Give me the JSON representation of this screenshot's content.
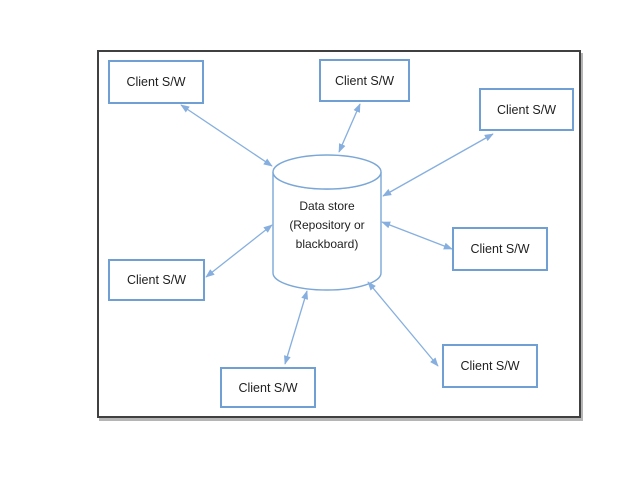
{
  "diagram": {
    "data_store": {
      "line1": "Data store",
      "line2": "(Repository or",
      "line3": "blackboard)"
    },
    "clients": [
      {
        "label": "Client S/W"
      },
      {
        "label": "Client S/W"
      },
      {
        "label": "Client S/W"
      },
      {
        "label": "Client S/W"
      },
      {
        "label": "Client S/W"
      },
      {
        "label": "Client S/W"
      },
      {
        "label": "Client S/W"
      }
    ],
    "colors": {
      "frame_border": "#404040",
      "box_border": "#6f9fd3",
      "arrow": "#86afdf",
      "cylinder_stroke": "#7ba7d7",
      "text": "#1f1f1f"
    }
  }
}
